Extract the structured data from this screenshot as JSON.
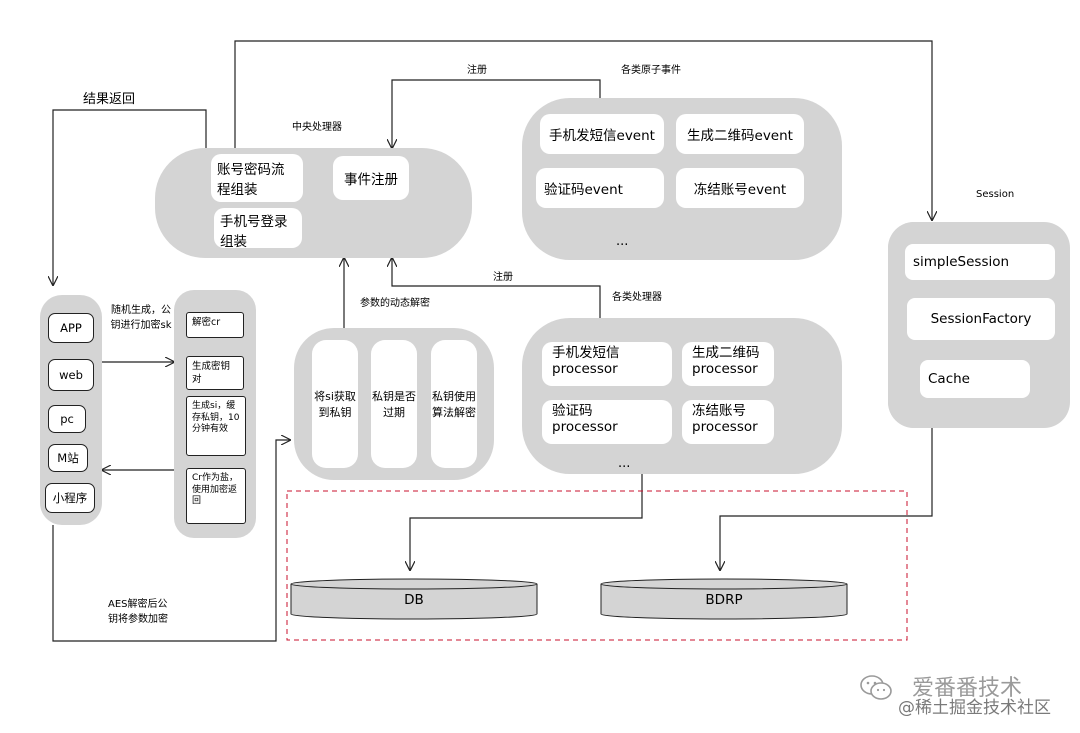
{
  "labels": {
    "result_return": "结果返回",
    "register_top": "注册",
    "atomic_events_title": "各类原子事件",
    "central_processor_title": "中央处理器",
    "session_title": "Session",
    "register_mid": "注册",
    "param_decrypt": "参数的动态解密",
    "processors_title": "各类处理器",
    "random_gen": "随机生成，公钥进行加密sk",
    "aes_note": "AES解密后公钥将参数加密"
  },
  "central": {
    "account_flow": "账号密码流程组装",
    "phone_login": "手机号登录组装",
    "event_register": "事件注册"
  },
  "events": {
    "sms": "手机发短信event",
    "qrcode": "生成二维码event",
    "captcha": "验证码event",
    "freeze": "冻结账号event",
    "more": "..."
  },
  "clients": [
    "APP",
    "web",
    "pc",
    "M站",
    "小程序"
  ],
  "key_steps": [
    "解密cr",
    "生成密钥对",
    "生成si，缓存私钥，10分钟有效",
    "Cr作为盐，使用加密返回"
  ],
  "decrypt_steps": [
    "将si获取到私钥",
    "私钥是否过期",
    "私钥使用算法解密"
  ],
  "processors": {
    "sms": [
      "手机发短信",
      "processor"
    ],
    "qrcode": [
      "生成二维码",
      "processor"
    ],
    "captcha": [
      "验证码",
      "processor"
    ],
    "freeze": [
      "冻结账号",
      "processor"
    ],
    "more": "..."
  },
  "session": {
    "simple": "simpleSession",
    "factory": "SessionFactory",
    "cache": "Cache"
  },
  "storage": {
    "db": "DB",
    "bdrp": "BDRP"
  },
  "watermark": {
    "line1": "爱番番技术",
    "line2": "@稀土掘金技术社区"
  }
}
